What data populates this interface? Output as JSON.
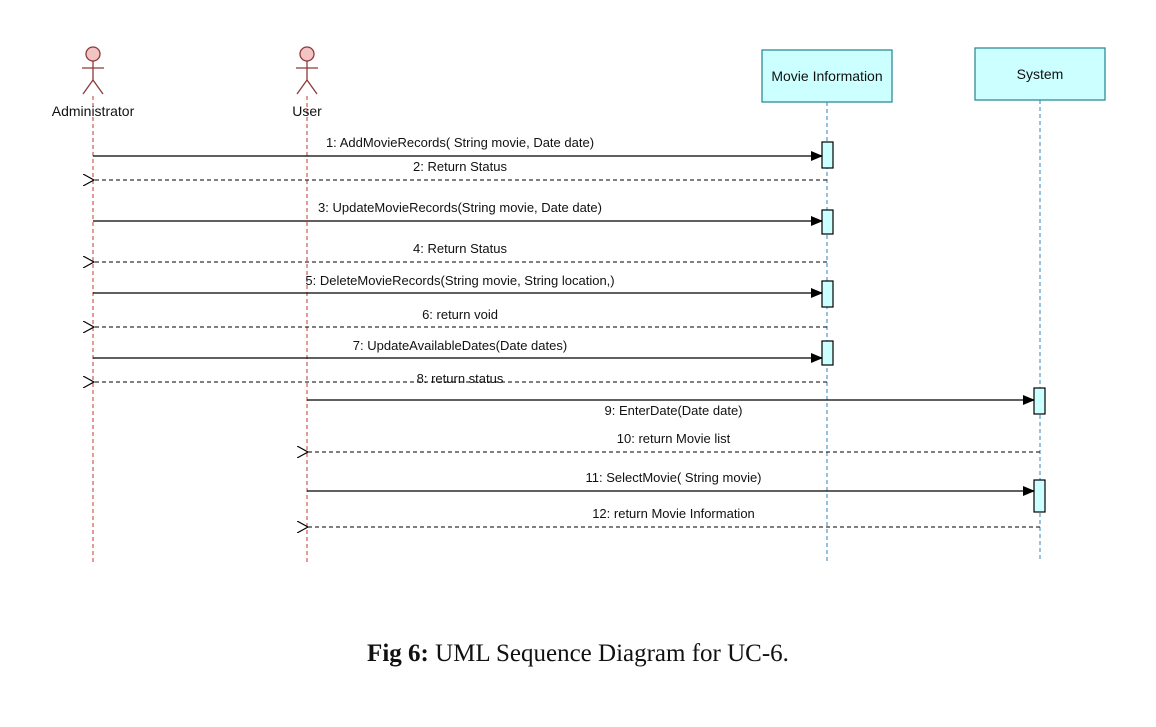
{
  "actors": [
    {
      "id": "admin",
      "name": "Administrator"
    },
    {
      "id": "user",
      "name": "User"
    }
  ],
  "objects": [
    {
      "id": "movie",
      "name": "Movie Information"
    },
    {
      "id": "system",
      "name": "System"
    }
  ],
  "messages": [
    {
      "n": 1,
      "label": "1: AddMovieRecords( String movie, Date date)",
      "from": "admin",
      "to": "movie",
      "kind": "call"
    },
    {
      "n": 2,
      "label": "2: Return Status",
      "from": "movie",
      "to": "admin",
      "kind": "return"
    },
    {
      "n": 3,
      "label": "3: UpdateMovieRecords(String movie, Date date)",
      "from": "admin",
      "to": "movie",
      "kind": "call"
    },
    {
      "n": 4,
      "label": "4: Return Status",
      "from": "movie",
      "to": "admin",
      "kind": "return"
    },
    {
      "n": 5,
      "label": "5: DeleteMovieRecords(String movie, String location,)",
      "from": "admin",
      "to": "movie",
      "kind": "call"
    },
    {
      "n": 6,
      "label": "6: return void",
      "from": "movie",
      "to": "admin",
      "kind": "return"
    },
    {
      "n": 7,
      "label": "7: UpdateAvailableDates(Date dates)",
      "from": "admin",
      "to": "movie",
      "kind": "call"
    },
    {
      "n": 8,
      "label": "8: return status",
      "from": "movie",
      "to": "admin",
      "kind": "return"
    },
    {
      "n": 9,
      "label": "9: EnterDate(Date date)",
      "from": "user",
      "to": "system",
      "kind": "call"
    },
    {
      "n": 10,
      "label": "10: return Movie list",
      "from": "system",
      "to": "user",
      "kind": "return"
    },
    {
      "n": 11,
      "label": "11: SelectMovie( String movie)",
      "from": "user",
      "to": "system",
      "kind": "call"
    },
    {
      "n": 12,
      "label": "12: return Movie Information",
      "from": "system",
      "to": "user",
      "kind": "return"
    }
  ],
  "caption": {
    "prefix": "Fig 6:",
    "text": " UML Sequence Diagram for UC-6."
  },
  "colors": {
    "lifeline": "#c0392b",
    "object_fill": "#ccffff",
    "object_stroke": "#2e8b9a",
    "object_lifeline": "#2e86c1",
    "actor": "#8b3a3a",
    "actor_head": "#f2c4c4"
  }
}
